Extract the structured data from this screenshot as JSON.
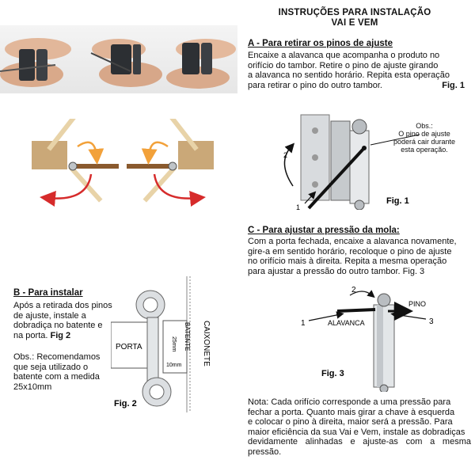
{
  "title": {
    "line1": "INSTRUÇÕES PARA INSTALAÇÃO",
    "line2": "VAI E VEM"
  },
  "section_a": {
    "heading": "A - Para retirar os pinos de ajuste",
    "lines": [
      "Encaixe a alavanca que acompanha o produto no",
      "orifício do tambor. Retire o pino de ajuste girando",
      "a alavanca no sentido horário. Repita esta operação",
      "para retirar o pino do outro tambor."
    ],
    "fig_ref": "Fig. 1",
    "obs_lines": [
      "Obs.:",
      "O pino de ajuste",
      "poderá cair durante",
      "esta operação."
    ],
    "fig_caption": "Fig. 1",
    "num1": "1",
    "num2": "2"
  },
  "section_c": {
    "heading": "C - Para ajustar a pressão da mola:",
    "lines": [
      "Com a porta fechada, encaixe a alavanca novamente,",
      "gire-a em sentido horário, recoloque o pino de ajuste",
      "no orifício mais à direita. Repita a mesma operação",
      "para ajustar a pressão do outro tambor. Fig. 3"
    ],
    "fig_caption": "Fig. 3",
    "label_alavanca": "ALAVANCA",
    "label_pino": "PINO",
    "num1": "1",
    "num2": "2",
    "num3": "3"
  },
  "section_b": {
    "heading": "B - Para instalar",
    "lines": [
      "Após a retirada dos pinos",
      "de ajuste, instale a",
      "dobradiça no batente e",
      "na porta."
    ],
    "fig_ref": "Fig 2",
    "obs_lines": [
      "Obs.: Recomendamos",
      "que seja utilizado o",
      "batente com a medida",
      "25x10mm"
    ],
    "fig_caption": "Fig. 2",
    "label_porta": "PORTA",
    "label_batente": "BATENTE",
    "label_caixonete": "CAIXONETE",
    "dim_25": "25mm",
    "dim_10": "10mm"
  },
  "note": {
    "lines": [
      "Nota: Cada orifício corresponde a uma pressão para",
      "fechar a porta. Quanto mais girar a chave à esquerda",
      "e colocar o pino à direita, maior será a pressão. Para",
      "maior eficiência da sua Vai e Vem, instale as dobradiças",
      "devidamente alinhadas e ajuste-as com a mesma pressão."
    ]
  },
  "colors": {
    "wood": "#c9a46a",
    "wall": "#caa878",
    "arrow_orange": "#f2a13a",
    "arrow_red": "#d62b2b",
    "steel": "#bfc4c8"
  }
}
